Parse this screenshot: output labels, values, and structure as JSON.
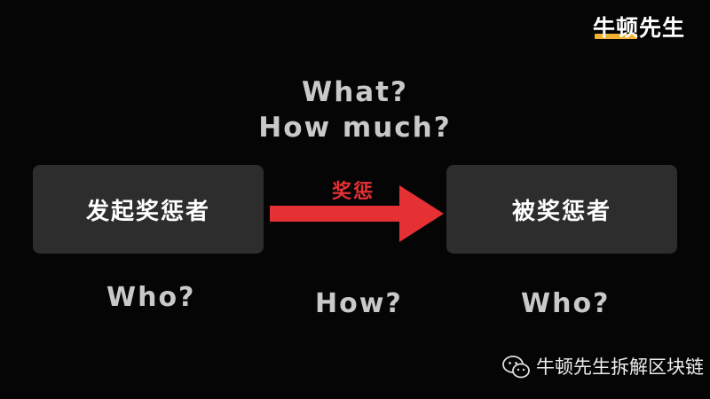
{
  "logo": {
    "text": "牛顿先生",
    "accent_color": "#f2b233"
  },
  "questions": {
    "what": "What?",
    "how_much": "How much?"
  },
  "nodes": {
    "left": "发起奖惩者",
    "right": "被奖惩者"
  },
  "arrow": {
    "label": "奖惩",
    "color": "#e53034"
  },
  "bottom_labels": {
    "who_left": "Who?",
    "how": "How?",
    "who_right": "Who?"
  },
  "watermark": {
    "icon": "wechat-icon",
    "text": "牛顿先生拆解区块链"
  }
}
